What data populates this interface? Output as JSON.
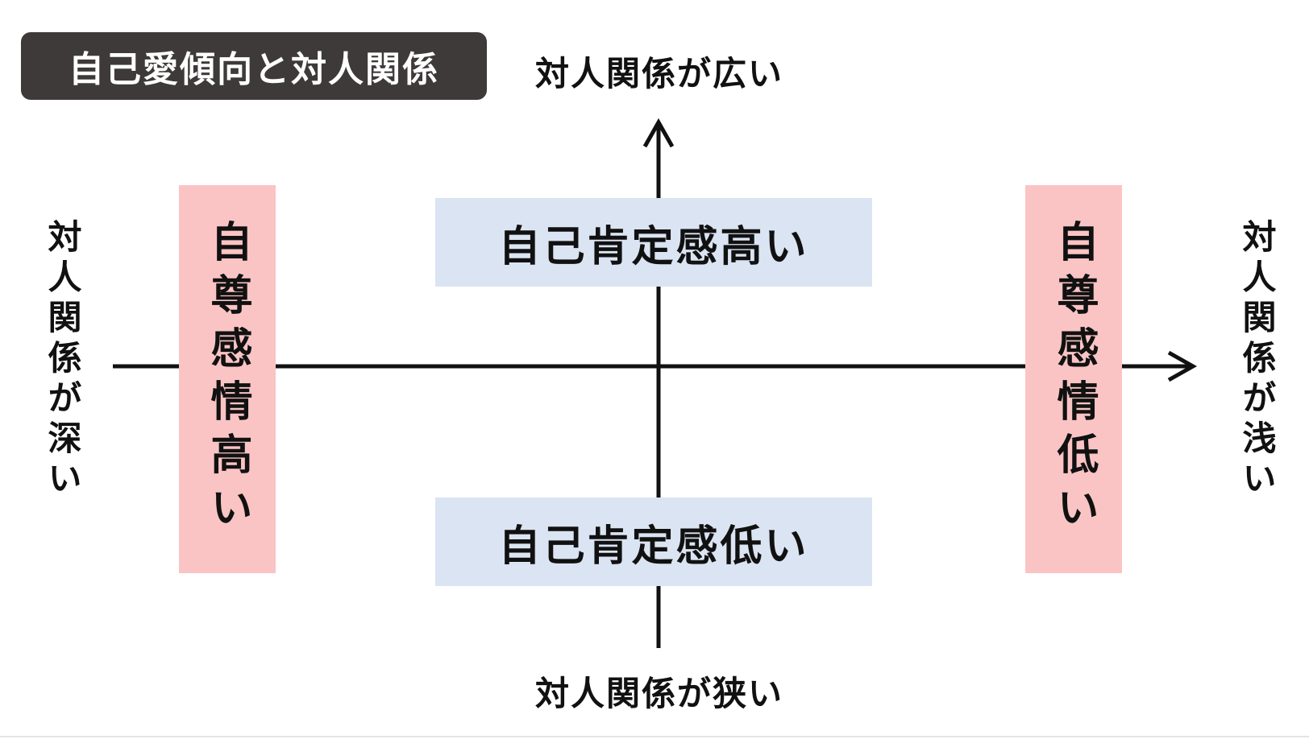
{
  "title": "自己愛傾向と対人関係",
  "axes": {
    "top": "対人関係が広い",
    "bottom": "対人関係が狭い",
    "left": "対人関係が深い",
    "right": "対人関係が浅い"
  },
  "quadrant_labels": {
    "top": "自己肯定感高い",
    "bottom": "自己肯定感低い",
    "left": "自尊感情高い",
    "right": "自尊感情低い"
  },
  "colors": {
    "title_bg": "#3d3a39",
    "blue_box": "#dbe4f2",
    "pink_box": "#fbc4c4",
    "axis": "#111111"
  }
}
